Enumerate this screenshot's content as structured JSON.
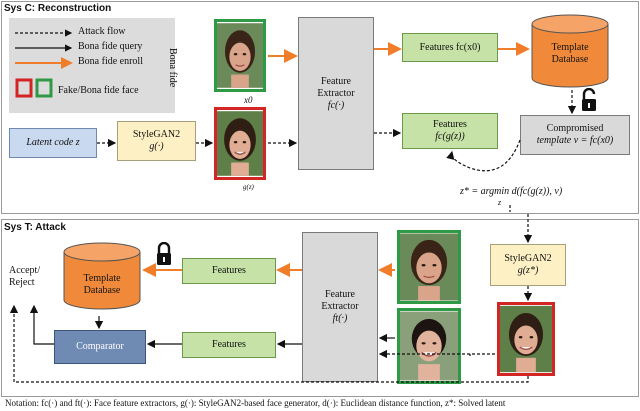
{
  "sysc": {
    "title": "Sys C: Reconstruction",
    "bona_fide_label": "Bona fide",
    "x0_label": "x0",
    "latent_label": "Latent code z",
    "stylegan_label": "StyleGAN2",
    "stylegan_func": "g(·)",
    "g_label": "g(z)",
    "extractor_line1": "Feature",
    "extractor_line2": "Extractor",
    "extractor_func": "fc(·)",
    "features_top": "Features fc(x0)",
    "features_mid_line1": "Features",
    "features_mid_line2": "fc(g(z))",
    "db_line1": "Template",
    "db_line2": "Database",
    "compromised_line1": "Compromised",
    "compromised_line2": "template v = fc(x0)",
    "argmin_text": "z* = argmin d(fc(g(z)), v)",
    "argmin_sub": "z"
  },
  "legend": {
    "attack_flow": "Attack flow",
    "bona_query": "Bona fide query",
    "bona_enroll": "Bona fide enroll",
    "fake_face": "Fake/Bona fide face"
  },
  "syst": {
    "title": "Sys T: Attack",
    "accept_reject_line1": "Accept/",
    "accept_reject_line2": "Reject",
    "db_line1": "Template",
    "db_line2": "Database",
    "features_top": "Features",
    "features_bottom": "Features",
    "comparator": "Comparator",
    "extractor_line1": "Feature",
    "extractor_line2": "Extractor",
    "extractor_func": "ft(·)",
    "stylegan_label": "StyleGAN2",
    "stylegan_func": "g(z*)"
  },
  "caption": "Notation: fc(·) and ft(·): Face feature extractors, g(·): StyleGAN2-based face generator, d(·): Euclidean distance function, z*: Solved latent"
}
